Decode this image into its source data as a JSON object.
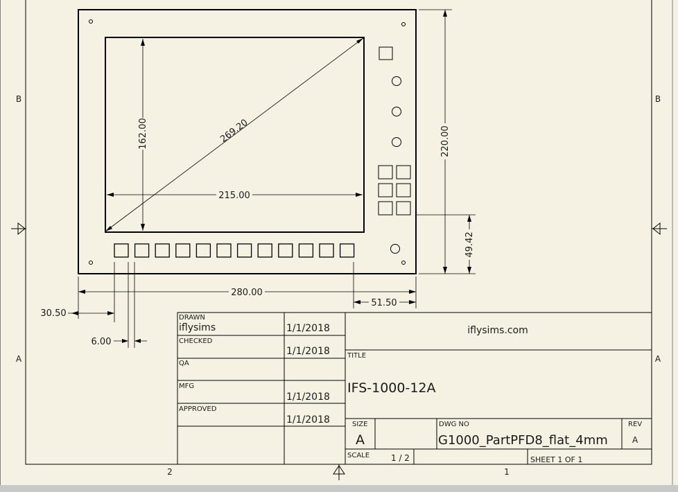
{
  "zone_labels": {
    "left_top": "B",
    "right_top": "B",
    "left_bottom": "A",
    "right_bottom": "A",
    "bottom_left": "2",
    "bottom_right": "1"
  },
  "dimensions": {
    "height_screen": "162.00",
    "diagonal": "269.20",
    "width_screen": "215.00",
    "overall_height": "220.00",
    "button_offset": "49.42",
    "overall_width": "280.00",
    "left_offset": "30.50",
    "right_offset": "51.50",
    "button_width": "6.00"
  },
  "title_block": {
    "drawn_label": "DRAWN",
    "drawn_by": "iflysims",
    "drawn_date": "1/1/2018",
    "checked_label": "CHECKED",
    "checked_date": "1/1/2018",
    "qa_label": "QA",
    "mfg_label": "MFG",
    "mfg_date": "1/1/2018",
    "approved_label": "APPROVED",
    "approved_date": "1/1/2018",
    "company": "iflysims.com",
    "title_label": "TITLE",
    "title": "IFS-1000-12A",
    "size_label": "SIZE",
    "size": "A",
    "dwg_no_label": "DWG NO",
    "dwg_no": "G1000_PartPFD8_flat_4mm",
    "rev_label": "REV",
    "rev": "A",
    "scale_label": "SCALE",
    "scale": "1 / 2",
    "sheet": "SHEET 1  OF 1"
  }
}
